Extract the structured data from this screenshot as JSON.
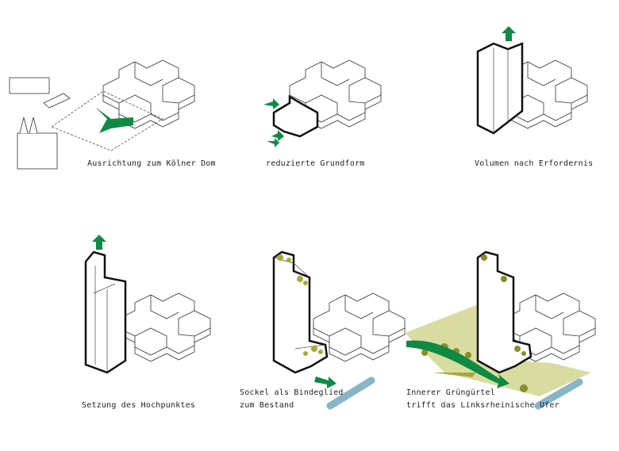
{
  "colors": {
    "arrow_green": "#0f8a45",
    "green_area": "#d9dca0",
    "tree_olive": "#9a9a2a",
    "river_blue": "#86b6c8",
    "outline": "#111111"
  },
  "panels": [
    {
      "caption": [
        "Ausrichtung zum Kölner Dom"
      ]
    },
    {
      "caption": [
        "reduzierte Grundform"
      ]
    },
    {
      "caption": [
        "Volumen nach Erfordernis"
      ]
    },
    {
      "caption": [
        "Setzung des Hochpunktes"
      ]
    },
    {
      "caption": [
        "Sockel als Bindeglied",
        "zum Bestand"
      ]
    },
    {
      "caption": [
        "Innerer Grüngürtel",
        "trifft das Linksrheinische Ufer"
      ]
    }
  ]
}
